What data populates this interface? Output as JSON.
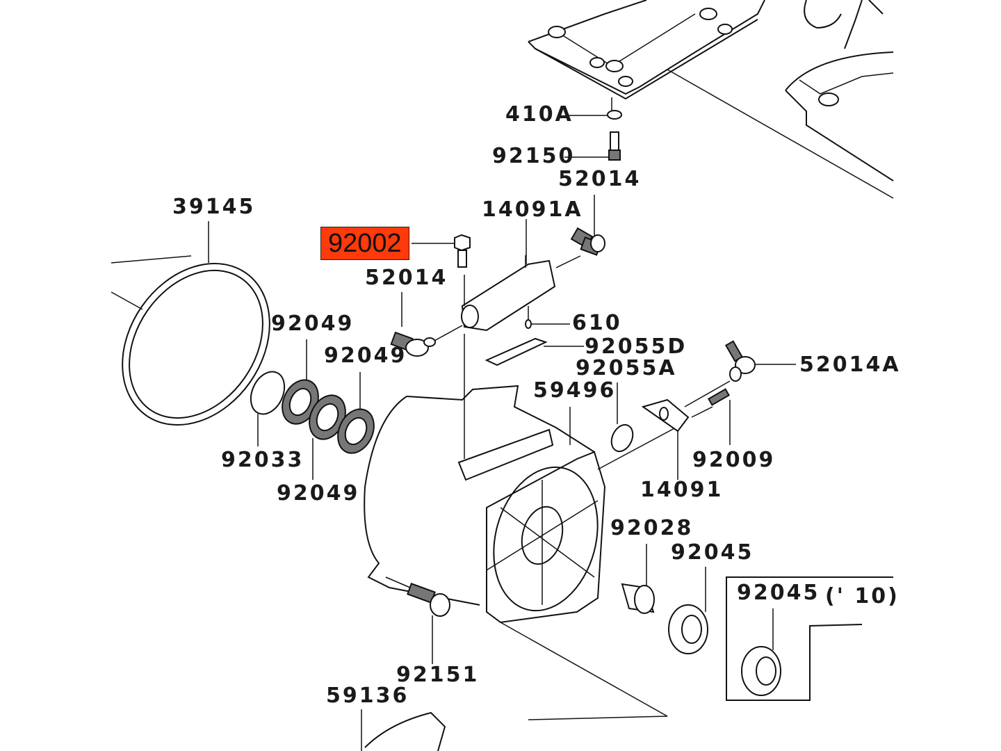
{
  "highlight": {
    "part_number": "92002",
    "color": "#ff3a0a"
  },
  "labels": [
    {
      "id": "410A",
      "text": "410A"
    },
    {
      "id": "92150",
      "text": "92150"
    },
    {
      "id": "52014-top",
      "text": "52014"
    },
    {
      "id": "14091A",
      "text": "14091A"
    },
    {
      "id": "39145",
      "text": "39145"
    },
    {
      "id": "52014-left",
      "text": "52014"
    },
    {
      "id": "610",
      "text": "610"
    },
    {
      "id": "92049-a",
      "text": "92049"
    },
    {
      "id": "92049-b",
      "text": "92049"
    },
    {
      "id": "92055D",
      "text": "92055D"
    },
    {
      "id": "52014A",
      "text": "52014A"
    },
    {
      "id": "92055A",
      "text": "92055A"
    },
    {
      "id": "59496",
      "text": "59496"
    },
    {
      "id": "92033",
      "text": "92033"
    },
    {
      "id": "92009",
      "text": "92009"
    },
    {
      "id": "92049-c",
      "text": "92049"
    },
    {
      "id": "14091",
      "text": "14091"
    },
    {
      "id": "92028",
      "text": "92028"
    },
    {
      "id": "92045",
      "text": "92045"
    },
    {
      "id": "92045-10",
      "text": "92045"
    },
    {
      "id": "year-note",
      "text": "(' 10)"
    },
    {
      "id": "92151",
      "text": "92151"
    },
    {
      "id": "59136",
      "text": "59136"
    }
  ]
}
